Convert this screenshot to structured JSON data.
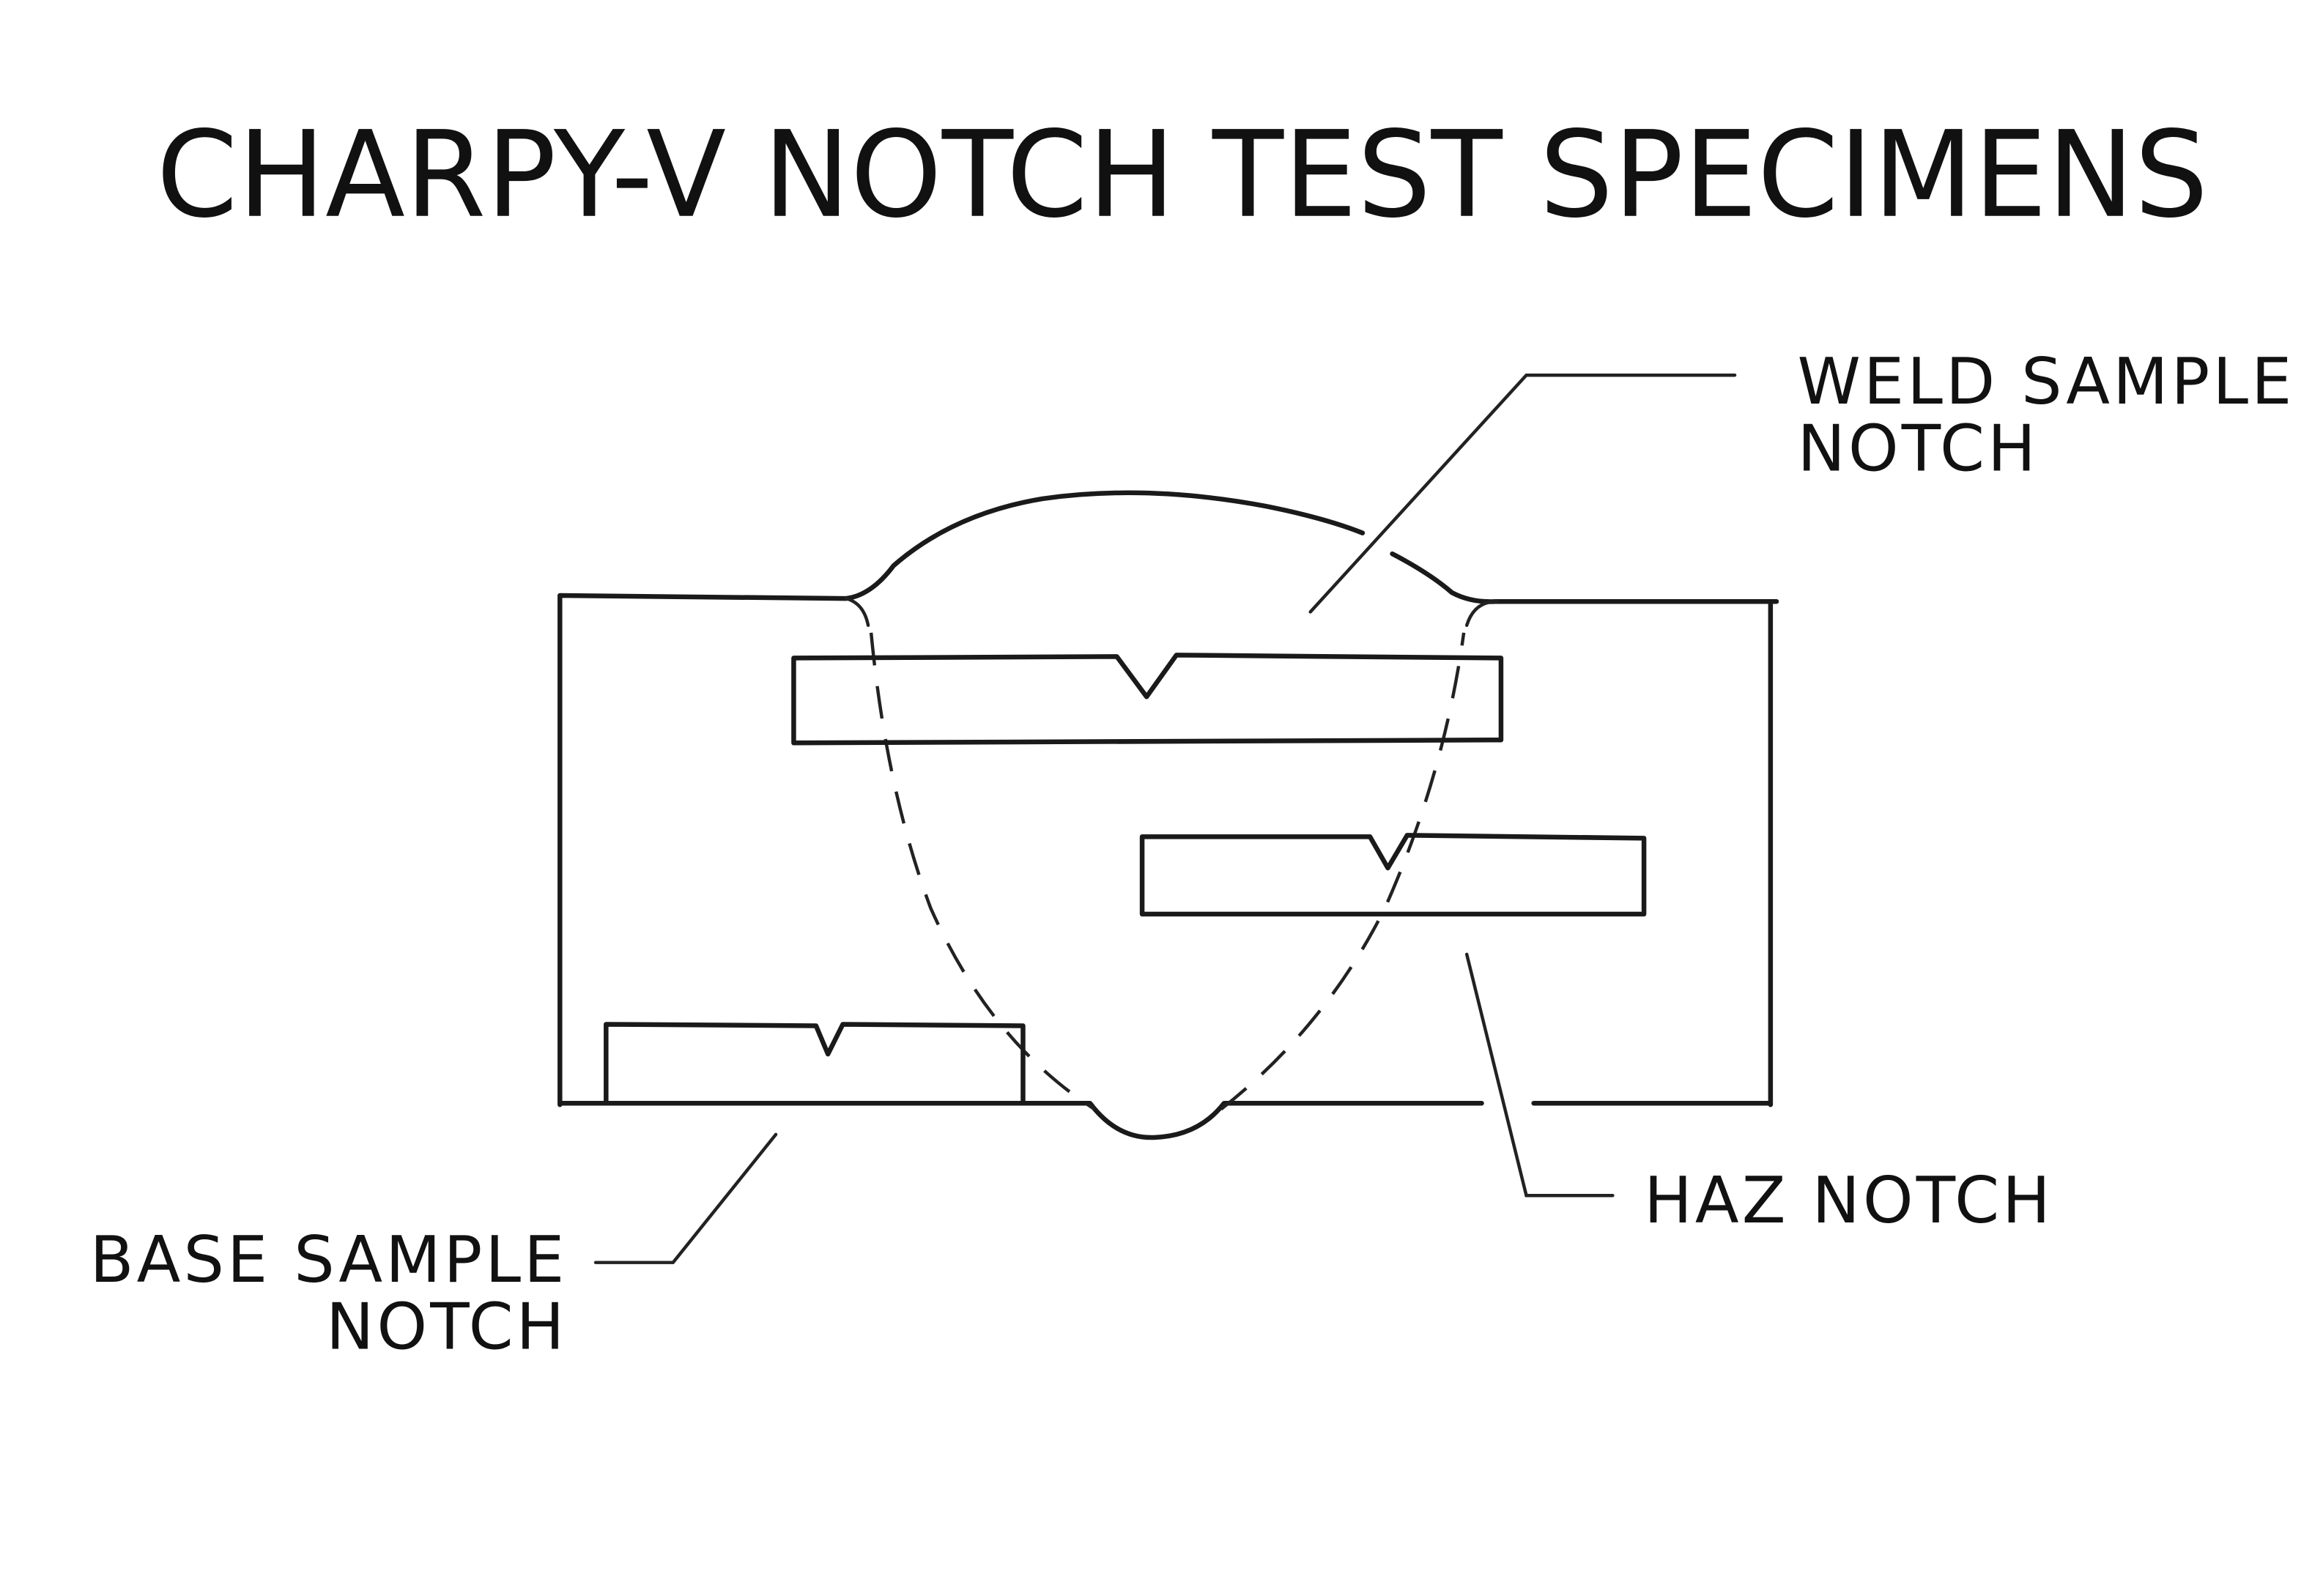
{
  "title": "CHARPY-V NOTCH TEST SPECIMENS",
  "labels": {
    "weld": [
      "WELD SAMPLE",
      "NOTCH"
    ],
    "haz": [
      "HAZ NOTCH"
    ],
    "base": [
      "BASE SAMPLE",
      "NOTCH"
    ]
  }
}
